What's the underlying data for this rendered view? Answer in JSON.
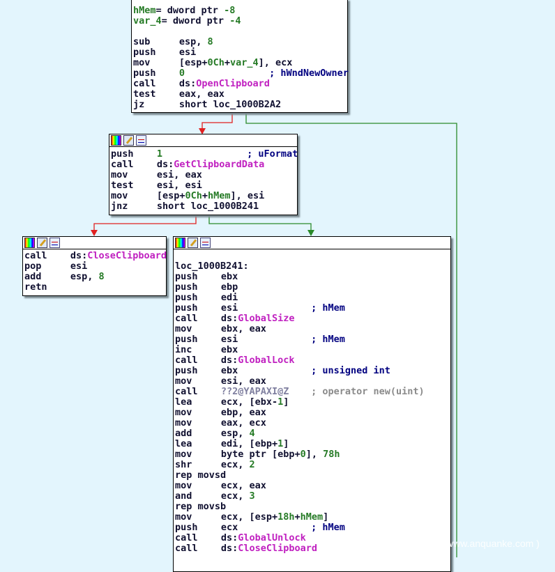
{
  "blocks": [
    {
      "id": "top",
      "lines": [
        {
          "full": [
            [
              "hMem",
              "var"
            ],
            [
              "= dword ptr ",
              ""
            ],
            [
              "-8",
              "num"
            ]
          ]
        },
        {
          "full": [
            [
              "var_4",
              "var"
            ],
            [
              "= dword ptr ",
              ""
            ],
            [
              "-4",
              "num"
            ]
          ]
        },
        {},
        {
          "op": "sub",
          "args": [
            [
              "esp, ",
              ""
            ],
            [
              "8",
              "num"
            ]
          ]
        },
        {
          "op": "push",
          "args": [
            [
              "esi",
              ""
            ]
          ]
        },
        {
          "op": "mov",
          "args": [
            [
              "[esp+",
              ""
            ],
            [
              "0Ch",
              "num"
            ],
            [
              "+",
              ""
            ],
            [
              "var_4",
              "var"
            ],
            [
              "], ecx",
              ""
            ]
          ]
        },
        {
          "op": "push",
          "args": [
            [
              "0",
              "num"
            ]
          ],
          "cmt": "; hWndNewOwner"
        },
        {
          "op": "call",
          "args": [
            [
              "ds:",
              ""
            ],
            [
              "OpenClipboard",
              "fn"
            ]
          ]
        },
        {
          "op": "test",
          "args": [
            [
              "eax, eax",
              ""
            ]
          ]
        },
        {
          "op": "jz",
          "args": [
            [
              "short loc_1000B2A2",
              ""
            ]
          ]
        }
      ]
    },
    {
      "id": "getdata",
      "lines": [
        {
          "op": "push",
          "args": [
            [
              "1",
              "num"
            ]
          ],
          "cmt": "; uFormat"
        },
        {
          "op": "call",
          "args": [
            [
              "ds:",
              ""
            ],
            [
              "GetClipboardData",
              "fn"
            ]
          ]
        },
        {
          "op": "mov",
          "args": [
            [
              "esi, eax",
              ""
            ]
          ]
        },
        {
          "op": "test",
          "args": [
            [
              "esi, esi",
              ""
            ]
          ]
        },
        {
          "op": "mov",
          "args": [
            [
              "[esp+",
              ""
            ],
            [
              "0Ch",
              "num"
            ],
            [
              "+",
              ""
            ],
            [
              "hMem",
              "var"
            ],
            [
              "], esi",
              ""
            ]
          ]
        },
        {
          "op": "jnz",
          "args": [
            [
              "short loc_1000B241",
              ""
            ]
          ]
        }
      ]
    },
    {
      "id": "close",
      "lines": [
        {
          "op": "call",
          "args": [
            [
              "ds:",
              ""
            ],
            [
              "CloseClipboard",
              "fn"
            ]
          ]
        },
        {
          "op": "pop",
          "args": [
            [
              "esi",
              ""
            ]
          ]
        },
        {
          "op": "add",
          "args": [
            [
              "esp, ",
              ""
            ],
            [
              "8",
              "num"
            ]
          ]
        },
        {
          "op": "retn",
          "args": []
        }
      ]
    },
    {
      "id": "loc_1000B241",
      "lines": [
        {},
        {
          "full": [
            [
              "loc_1000B241:",
              "lbl"
            ]
          ]
        },
        {
          "op": "push",
          "args": [
            [
              "ebx",
              ""
            ]
          ]
        },
        {
          "op": "push",
          "args": [
            [
              "ebp",
              ""
            ]
          ]
        },
        {
          "op": "push",
          "args": [
            [
              "edi",
              ""
            ]
          ]
        },
        {
          "op": "push",
          "args": [
            [
              "esi",
              ""
            ]
          ],
          "cmt": "; hMem"
        },
        {
          "op": "call",
          "args": [
            [
              "ds:",
              ""
            ],
            [
              "GlobalSize",
              "fn"
            ]
          ]
        },
        {
          "op": "mov",
          "args": [
            [
              "ebx, eax",
              ""
            ]
          ]
        },
        {
          "op": "push",
          "args": [
            [
              "esi",
              ""
            ]
          ],
          "cmt": "; hMem"
        },
        {
          "op": "inc",
          "args": [
            [
              "ebx",
              ""
            ]
          ]
        },
        {
          "op": "call",
          "args": [
            [
              "ds:",
              ""
            ],
            [
              "GlobalLock",
              "fn"
            ]
          ]
        },
        {
          "op": "push",
          "args": [
            [
              "ebx",
              ""
            ]
          ],
          "cmt": "; unsigned int"
        },
        {
          "op": "mov",
          "args": [
            [
              "esi, eax",
              ""
            ]
          ]
        },
        {
          "op": "call",
          "args": [
            [
              "??2@YAPAXI@Z",
              "imp"
            ]
          ],
          "cmt": "; operator new(uint)",
          "cmtClass": "gcmt"
        },
        {
          "op": "lea",
          "args": [
            [
              "ecx, [ebx-",
              ""
            ],
            [
              "1",
              "num"
            ],
            [
              "]",
              ""
            ]
          ]
        },
        {
          "op": "mov",
          "args": [
            [
              "ebp, eax",
              ""
            ]
          ]
        },
        {
          "op": "mov",
          "args": [
            [
              "eax, ecx",
              ""
            ]
          ]
        },
        {
          "op": "add",
          "args": [
            [
              "esp, ",
              ""
            ],
            [
              "4",
              "num"
            ]
          ]
        },
        {
          "op": "lea",
          "args": [
            [
              "edi, [ebp+",
              ""
            ],
            [
              "1",
              "num"
            ],
            [
              "]",
              ""
            ]
          ]
        },
        {
          "op": "mov",
          "args": [
            [
              "byte ptr [ebp+",
              ""
            ],
            [
              "0",
              "num"
            ],
            [
              "], ",
              ""
            ],
            [
              "78h",
              "num"
            ]
          ]
        },
        {
          "op": "shr",
          "args": [
            [
              "ecx, ",
              ""
            ],
            [
              "2",
              "num"
            ]
          ]
        },
        {
          "full": [
            [
              "rep movsd",
              ""
            ]
          ]
        },
        {
          "op": "mov",
          "args": [
            [
              "ecx, eax",
              ""
            ]
          ]
        },
        {
          "op": "and",
          "args": [
            [
              "ecx, ",
              ""
            ],
            [
              "3",
              "num"
            ]
          ]
        },
        {
          "full": [
            [
              "rep movsb",
              ""
            ]
          ]
        },
        {
          "op": "mov",
          "args": [
            [
              "ecx, [esp+",
              ""
            ],
            [
              "18h",
              "num"
            ],
            [
              "+",
              ""
            ],
            [
              "hMem",
              "var"
            ],
            [
              "]",
              ""
            ]
          ]
        },
        {
          "op": "push",
          "args": [
            [
              "ecx",
              ""
            ]
          ],
          "cmt": "; hMem"
        },
        {
          "op": "call",
          "args": [
            [
              "ds:",
              ""
            ],
            [
              "GlobalUnlock",
              "fn"
            ]
          ]
        },
        {
          "op": "call",
          "args": [
            [
              "ds:",
              ""
            ],
            [
              "CloseClipboard",
              "fn"
            ]
          ]
        }
      ]
    }
  ],
  "colors": {
    "true_edge": "#2a8a2a",
    "false_edge": "#e02020",
    "background": "#e3f5fd"
  },
  "watermark": "www.anquanke.com )"
}
